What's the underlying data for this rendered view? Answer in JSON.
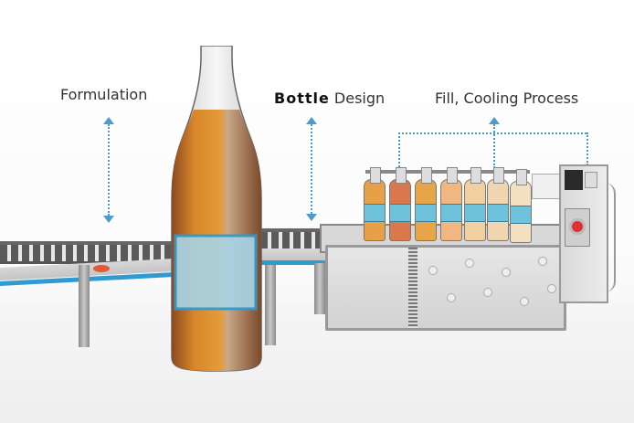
{
  "labels": {
    "formulation": "Formulation",
    "bottle_design_bold": "Bottle",
    "bottle_design_rest": " Design",
    "fill_cooling": "Fill, Cooling Process"
  },
  "colors": {
    "accent_blue": "#4a9cc9",
    "label_blue": "#6ec2dc",
    "beer_amber": "#d98a2b",
    "cap_red": "#d63a34"
  },
  "small_bottles": [
    {
      "fill": "#e8a048"
    },
    {
      "fill": "#d9784a"
    },
    {
      "fill": "#e8a548"
    },
    {
      "fill": "#f0b880"
    },
    {
      "fill": "#f2cfa0"
    },
    {
      "fill": "#efd6b0"
    },
    {
      "fill": "#f2e0c0"
    }
  ]
}
